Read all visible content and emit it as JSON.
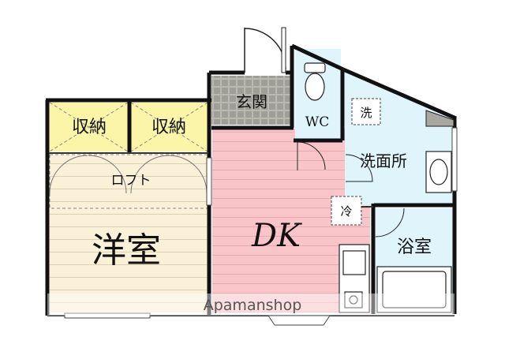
{
  "rooms": {
    "storage_left": "収納",
    "storage_right": "収納",
    "loft": "ロフト",
    "western_room": "洋室",
    "dk": "DK",
    "entrance": "玄関",
    "wc": "WC",
    "washroom": "洗面所",
    "bath": "浴室"
  },
  "fixtures": {
    "washer_space": "洗",
    "fridge_space": "冷"
  },
  "watermark": "Apamanshop",
  "colors": {
    "storage": "#fbf5a8",
    "western": "#fbf0d8",
    "dk": "#f9c5c8",
    "wet_area": "#dff4fb",
    "entrance": "#a8a8a0",
    "wall": "#111111"
  }
}
